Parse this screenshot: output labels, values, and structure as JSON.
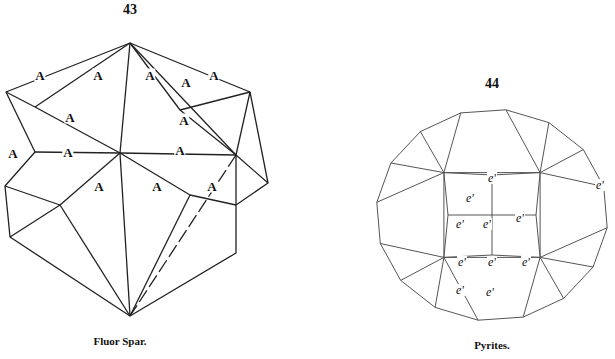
{
  "diagram": {
    "labels": [
      "43",
      "A",
      "A",
      "A",
      "A",
      "A",
      "A",
      "A",
      "A",
      "A",
      "A",
      "A",
      "A",
      "A",
      "Fluor Spar.",
      "44",
      "e'",
      "e'",
      "e'",
      "e'",
      "e'",
      "e'",
      "e'",
      "e'",
      "e'",
      "e'",
      "e'",
      "Pyrites."
    ]
  }
}
